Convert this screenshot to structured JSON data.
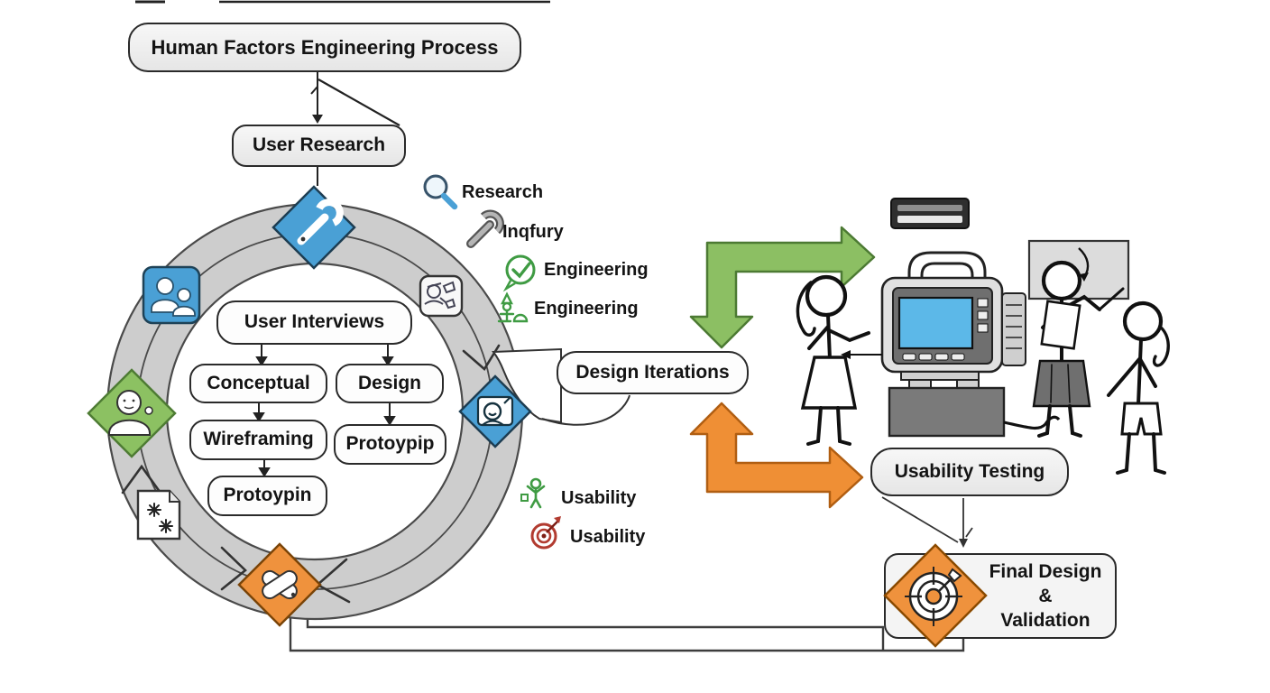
{
  "diagram_title": "Human Factors Engineering Process",
  "flow": {
    "title_box": "Human Factors Engineering Process",
    "user_research": "User Research",
    "design_iterations": "Design Iterations",
    "usability_testing": "Usability Testing",
    "final_design": {
      "line1": "Final Design",
      "line2": "&",
      "line3": "Validation"
    }
  },
  "cycle": {
    "steps": [
      "User Interviews",
      "Conceptual",
      "Design",
      "Wireframing",
      "Protoypip",
      "Protoypin"
    ]
  },
  "legend": {
    "items": [
      {
        "icon": "magnifier-icon",
        "label": "Research"
      },
      {
        "icon": "wrench-icon",
        "label": "Inqfury"
      },
      {
        "icon": "check-bubble-icon",
        "label": "Engineering"
      },
      {
        "icon": "figure-flag-icon",
        "label": "Engineering"
      },
      {
        "icon": "person-arms-icon",
        "label": "Usability"
      },
      {
        "icon": "target-dart-icon",
        "label": "Usability"
      }
    ]
  },
  "colors": {
    "blue": "#4aa0d5",
    "green": "#8cc162",
    "orange": "#ef923d",
    "green_arrow": "#8cbf63",
    "orange_arrow": "#ef8f35",
    "ring_gray": "#cdcdcd",
    "box_fill": "#efefef",
    "screen_blue": "#5cb8e8",
    "legend_green": "#3f9b43",
    "legend_red": "#b23b30"
  }
}
